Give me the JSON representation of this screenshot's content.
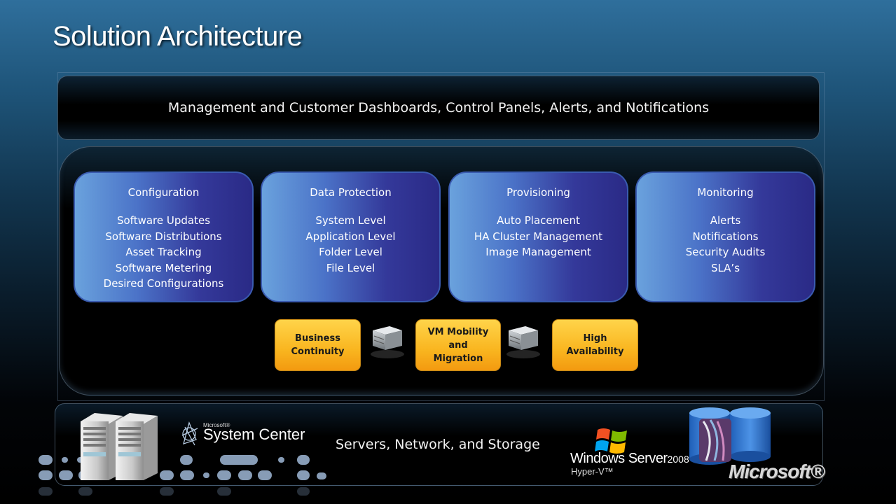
{
  "slide": {
    "title": "Solution Architecture"
  },
  "top_bar": {
    "text": "Management and Customer Dashboards, Control Panels, Alerts, and Notifications"
  },
  "cards": [
    {
      "title": "Configuration",
      "items": [
        "Software Updates",
        "Software Distributions",
        "Asset Tracking",
        "Software Metering",
        "Desired Configurations"
      ]
    },
    {
      "title": "Data Protection",
      "items": [
        "System Level",
        "Application Level",
        "Folder Level",
        "File Level"
      ]
    },
    {
      "title": "Provisioning",
      "items": [
        "Auto Placement",
        "HA Cluster Management",
        "Image Management"
      ]
    },
    {
      "title": "Monitoring",
      "items": [
        "Alerts",
        "Notifications",
        "Security Audits",
        "SLA’s"
      ]
    }
  ],
  "pills": [
    {
      "lines": [
        "Business",
        "Continuity"
      ]
    },
    {
      "lines": [
        "VM Mobility",
        "and",
        "Migration"
      ]
    },
    {
      "lines": [
        "High",
        "Availability"
      ]
    }
  ],
  "bottom_bar": {
    "text": "Servers, Network, and Storage"
  },
  "logos": {
    "system_center_small": "Microsoft®",
    "system_center": "System Center",
    "windows_server": "Windows Server",
    "windows_server_year": "2008",
    "hyper_v": "Hyper-V™",
    "microsoft": "Microsoft®"
  },
  "colors": {
    "card_gradient_start": "#6aa2dd",
    "card_gradient_end": "#2a2a86",
    "pill_color": "#f9b51f",
    "background_top": "#2f6f9c"
  }
}
